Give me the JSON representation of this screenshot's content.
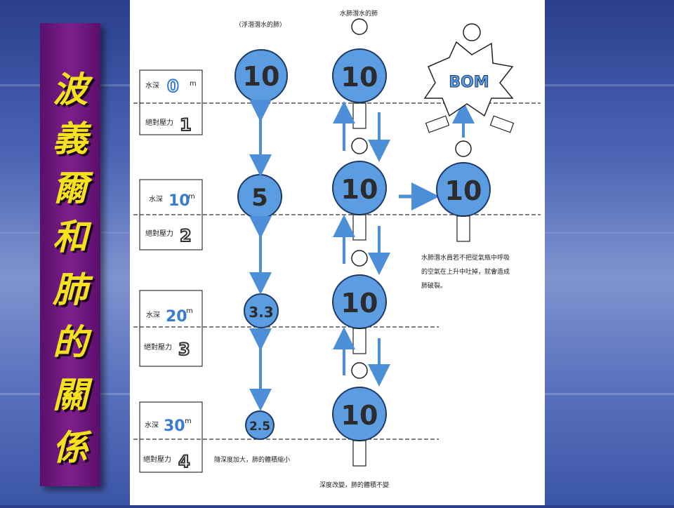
{
  "title": [
    "波",
    "義",
    "爾",
    "和",
    "肺",
    "的",
    "關",
    "係"
  ],
  "captions": {
    "free_diver_lung": "（浮潛潛水的肺）",
    "scuba_lung": "水肺潛水的肺",
    "shrinks": "隨深度加大，肺的體積縮小",
    "unchanged": "深度改變，肺的體積不變",
    "note_line1": "水肺潛水員若不把從氣瓶中呼吸",
    "note_line2": "的空氣在上升中吐掉，就會造成",
    "note_line3": "肺破裂。",
    "bom": "BOM"
  },
  "depth_rows": [
    {
      "depth_label": "水深",
      "depth_value": "0",
      "depth_unit": "m",
      "pressure_label": "絕對壓力",
      "pressure_value": "1",
      "free_volume": "10",
      "scuba_volume": "10"
    },
    {
      "depth_label": "水深",
      "depth_value": "10",
      "depth_unit": "m",
      "pressure_label": "絕對壓力",
      "pressure_value": "2",
      "free_volume": "5",
      "scuba_volume": "10"
    },
    {
      "depth_label": "水深",
      "depth_value": "20",
      "depth_unit": "m",
      "pressure_label": "絕對壓力",
      "pressure_value": "3",
      "free_volume": "3.3",
      "scuba_volume": "10"
    },
    {
      "depth_label": "水深",
      "depth_value": "30",
      "depth_unit": "m",
      "pressure_label": "絕對壓力",
      "pressure_value": "4",
      "free_volume": "2.5",
      "scuba_volume": "10"
    }
  ],
  "burst_volume": "10",
  "colors": {
    "title_bg": "#7d1f8c",
    "title_text": "#f5e21d",
    "balloon": "#5b9de0",
    "arrow": "#4d8ed8"
  }
}
